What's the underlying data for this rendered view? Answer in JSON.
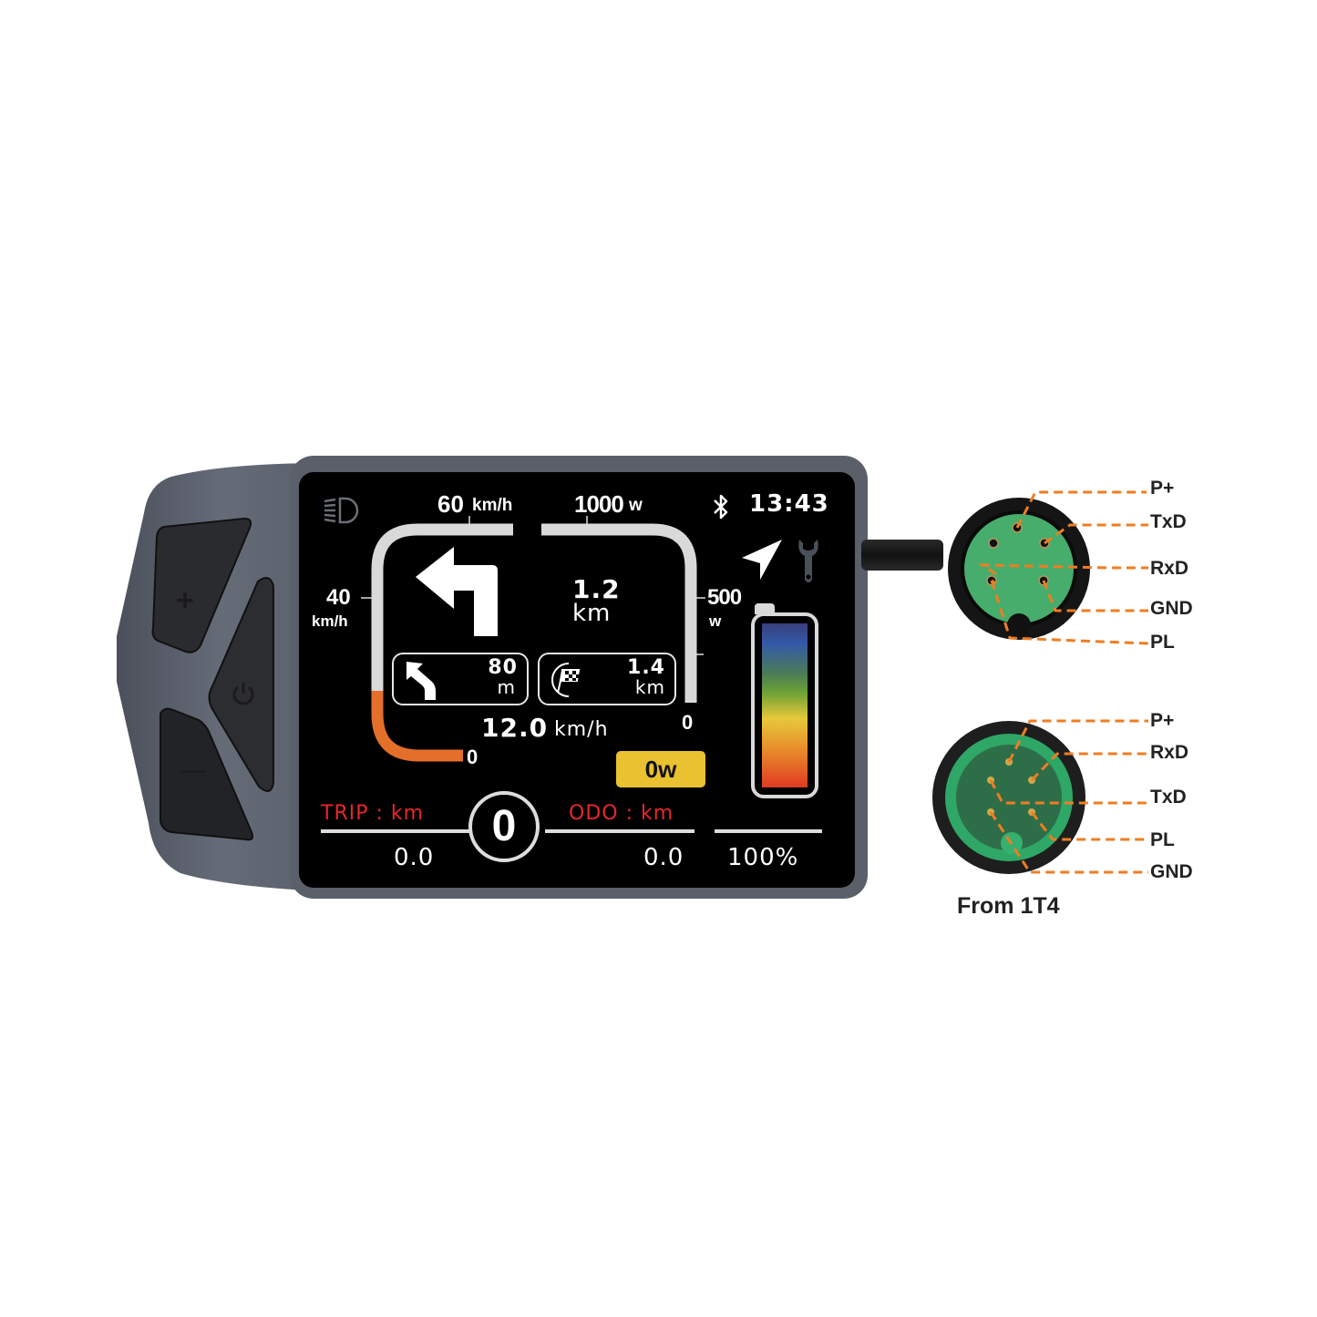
{
  "display": {
    "status_bar": {
      "headlight_icon": "headlight-icon",
      "bluetooth_icon": "bluetooth-icon",
      "time": "13:43"
    },
    "speed_gauge": {
      "max_label": "60",
      "max_unit": "km/h",
      "mid_label": "40",
      "mid_unit": "km/h",
      "min_label": "0",
      "current_speed": "12.0",
      "current_speed_unit": "km/h",
      "fill_color": "#e46f2b"
    },
    "power_gauge": {
      "max_label": "1000",
      "max_unit": "w",
      "mid_label": "500",
      "mid_unit": "w",
      "min_label": "0",
      "current_power": "0w",
      "badge_color": "#e9c131"
    },
    "navigation": {
      "main_turn_icon": "turn-left-arrow-icon",
      "main_distance": "1.2",
      "main_unit": "km",
      "next_turn_icon": "bear-left-arrow-icon",
      "next_distance": "80",
      "next_unit": "m",
      "destination_icon": "finish-flag-icon",
      "destination_distance": "1.4",
      "destination_unit": "km",
      "nav_icon": "navigation-arrow-icon",
      "service_icon": "wrench-icon"
    },
    "battery": {
      "percent": "100%",
      "icon": "battery-icon"
    },
    "footer": {
      "trip_label": "TRIP : km",
      "trip_value": "0.0",
      "assist_level": "0",
      "odo_label": "ODO : km",
      "odo_value": "0.0"
    }
  },
  "buttons": {
    "plus": "+",
    "minus": "—",
    "power_icon": "power-icon"
  },
  "connectors": {
    "top": {
      "pins": [
        "P+",
        "TxD",
        "RxD",
        "GND",
        "PL"
      ]
    },
    "bottom": {
      "pins": [
        "P+",
        "RxD",
        "TxD",
        "PL",
        "GND"
      ],
      "caption": "From 1T4"
    },
    "leader_color": "#ef7d22"
  }
}
